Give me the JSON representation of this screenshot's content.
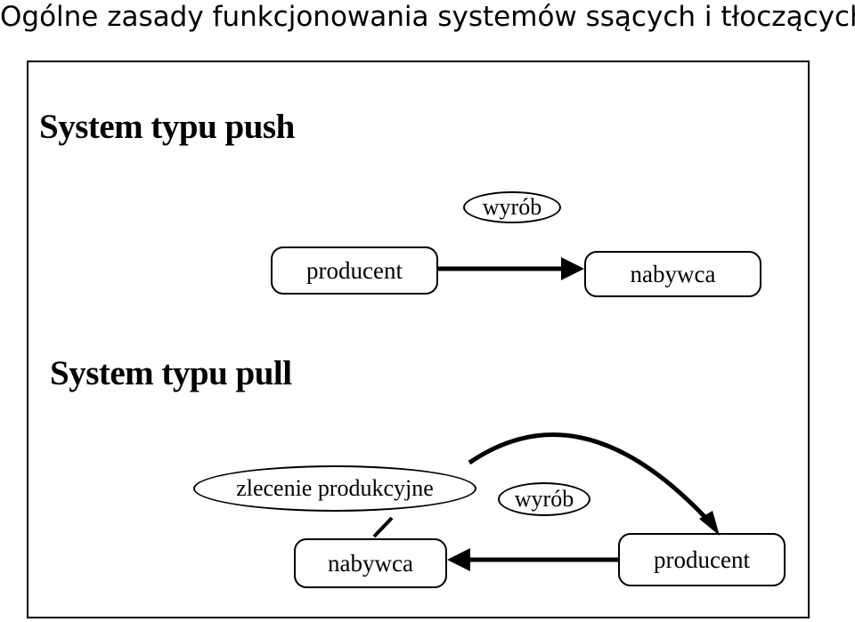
{
  "slide": {
    "title": "Ogólne zasady funkcjonowania systemów ssących i tłoczących"
  },
  "push": {
    "title": "System typu push",
    "nodes": {
      "producer": "producent",
      "buyer": "nabywca"
    },
    "flow_label": "wyrób"
  },
  "pull": {
    "title": "System typu pull",
    "nodes": {
      "buyer": "nabywca",
      "producer": "producent"
    },
    "order_label": "zlecenie produkcyjne",
    "flow_label": "wyrób"
  }
}
